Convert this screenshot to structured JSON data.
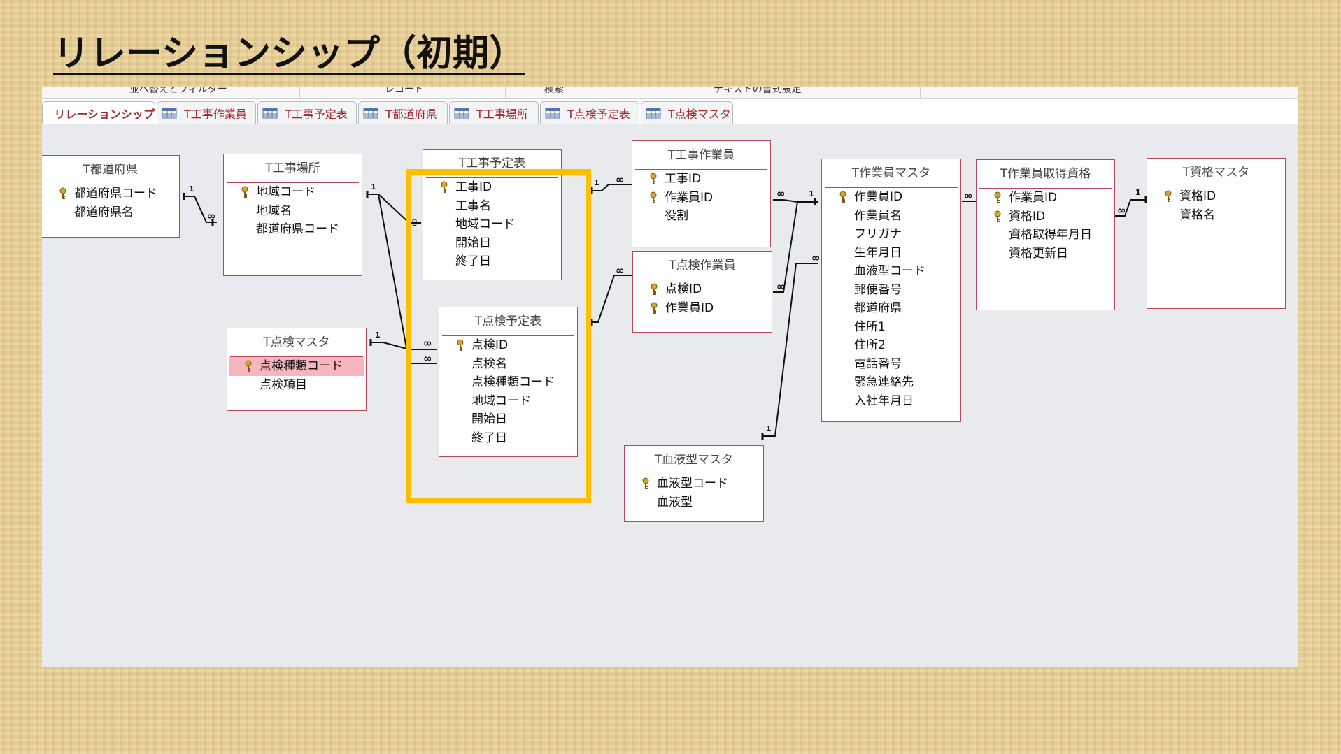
{
  "slide": {
    "title": "リレーションシップ（初期）"
  },
  "ribbon": {
    "groups": [
      "並べ替えとフィルター",
      "レコード",
      "検索",
      "テキストの書式設定"
    ]
  },
  "tabs": [
    {
      "label": "リレーションシップ",
      "icon": "relationship-icon",
      "active": true
    },
    {
      "label": "T工事作業員",
      "icon": "table-icon"
    },
    {
      "label": "T工事予定表",
      "icon": "table-icon"
    },
    {
      "label": "T都道府県",
      "icon": "table-icon"
    },
    {
      "label": "T工事場所",
      "icon": "table-icon"
    },
    {
      "label": "T点検予定表",
      "icon": "table-icon"
    },
    {
      "label": "T点検マスタ",
      "icon": "table-icon"
    }
  ],
  "colors": {
    "highlight": "#ffbe00",
    "table_border": "#b5485b",
    "tab_text": "#a0292e",
    "selected_field": "#f6b5bf"
  },
  "tables": {
    "todofuken": {
      "title": "T都道府県",
      "fields": [
        {
          "name": "都道府県コード",
          "key": true
        },
        {
          "name": "都道府県名"
        }
      ]
    },
    "kojibasho": {
      "title": "T工事場所",
      "fields": [
        {
          "name": "地域コード",
          "key": true
        },
        {
          "name": "地域名"
        },
        {
          "name": "都道府県コード"
        }
      ]
    },
    "kojiyotei": {
      "title": "T工事予定表",
      "fields": [
        {
          "name": "工事ID",
          "key": true
        },
        {
          "name": "工事名"
        },
        {
          "name": "地域コード"
        },
        {
          "name": "開始日"
        },
        {
          "name": "終了日"
        }
      ]
    },
    "tenkenyotei": {
      "title": "T点検予定表",
      "fields": [
        {
          "name": "点検ID",
          "key": true
        },
        {
          "name": "点検名"
        },
        {
          "name": "点検種類コード"
        },
        {
          "name": "地域コード"
        },
        {
          "name": "開始日"
        },
        {
          "name": "終了日"
        }
      ]
    },
    "tenkenmaster": {
      "title": "T点検マスタ",
      "fields": [
        {
          "name": "点検種類コード",
          "key": true,
          "selected": true
        },
        {
          "name": "点検項目"
        }
      ]
    },
    "kojisagyoin": {
      "title": "T工事作業員",
      "fields": [
        {
          "name": "工事ID",
          "key": true
        },
        {
          "name": "作業員ID",
          "key": true
        },
        {
          "name": "役割"
        }
      ]
    },
    "tenkensagyoin": {
      "title": "T点検作業員",
      "fields": [
        {
          "name": "点検ID",
          "key": true
        },
        {
          "name": "作業員ID",
          "key": true
        }
      ]
    },
    "ketsuekigata": {
      "title": "T血液型マスタ",
      "fields": [
        {
          "name": "血液型コード",
          "key": true
        },
        {
          "name": "血液型"
        }
      ]
    },
    "sagyoinmaster": {
      "title": "T作業員マスタ",
      "fields": [
        {
          "name": "作業員ID",
          "key": true
        },
        {
          "name": "作業員名"
        },
        {
          "name": "フリガナ"
        },
        {
          "name": "生年月日"
        },
        {
          "name": "血液型コード"
        },
        {
          "name": "郵便番号"
        },
        {
          "name": "都道府県"
        },
        {
          "name": "住所1"
        },
        {
          "name": "住所2"
        },
        {
          "name": "電話番号"
        },
        {
          "name": "緊急連絡先"
        },
        {
          "name": "入社年月日"
        }
      ]
    },
    "sagyoinshikaku": {
      "title": "T作業員取得資格",
      "fields": [
        {
          "name": "作業員ID",
          "key": true
        },
        {
          "name": "資格ID",
          "key": true
        },
        {
          "name": "資格取得年月日"
        },
        {
          "name": "資格更新日"
        }
      ]
    },
    "shikakumaster": {
      "title": "T資格マスタ",
      "fields": [
        {
          "name": "資格ID",
          "key": true
        },
        {
          "name": "資格名"
        }
      ]
    }
  },
  "relationships": [
    {
      "from": "todofuken",
      "to": "kojibasho",
      "from_label": "1",
      "to_label": "∞"
    },
    {
      "from": "kojibasho",
      "to": "kojiyotei",
      "from_label": "1",
      "to_label": "∞"
    },
    {
      "from": "kojibasho",
      "to": "tenkenyotei",
      "from_label": "1",
      "to_label": "∞"
    },
    {
      "from": "tenkenmaster",
      "to": "tenkenyotei",
      "from_label": "1",
      "to_label": "∞"
    },
    {
      "from": "kojiyotei",
      "to": "kojisagyoin",
      "from_label": "1",
      "to_label": "∞"
    },
    {
      "from": "tenkenyotei",
      "to": "tenkensagyoin",
      "from_label": "1",
      "to_label": "∞"
    },
    {
      "from": "sagyoinmaster",
      "to": "kojisagyoin",
      "from_label": "1",
      "to_label": "∞"
    },
    {
      "from": "sagyoinmaster",
      "to": "tenkensagyoin",
      "from_label": "1",
      "to_label": "∞"
    },
    {
      "from": "ketsuekigata",
      "to": "sagyoinmaster",
      "from_label": "1",
      "to_label": "∞"
    },
    {
      "from": "sagyoinmaster",
      "to": "sagyoinshikaku",
      "from_label": "1",
      "to_label": "∞"
    },
    {
      "from": "shikakumaster",
      "to": "sagyoinshikaku",
      "from_label": "1",
      "to_label": "∞"
    }
  ]
}
